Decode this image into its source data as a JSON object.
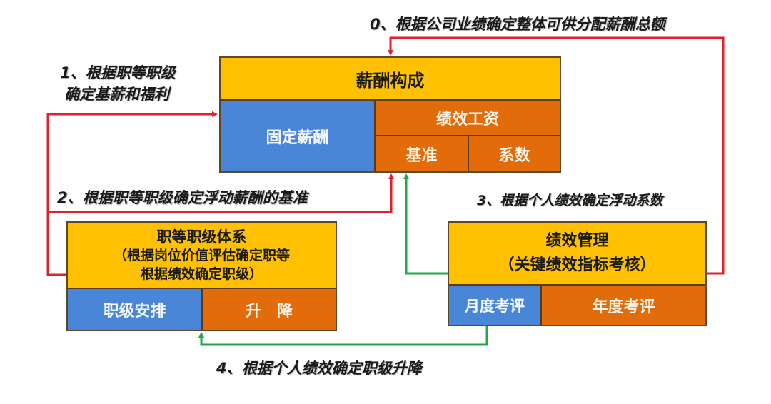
{
  "colors": {
    "title_fill": "#ffc000",
    "fixed_fill": "#4a86d8",
    "performance_fill": "#e26b0a",
    "red_arrow": "#e0202a",
    "green_arrow": "#22a84a"
  },
  "salary_box": {
    "title": "薪酬构成",
    "fixed": "固定薪酬",
    "performance_pay": "绩效工资",
    "base": "基准",
    "coefficient": "系数"
  },
  "grade_box": {
    "title_line1": "职等职级体系",
    "title_line2": "（根据岗位价值评估确定职等",
    "title_line3": "根据绩效确定职级）",
    "arrangement": "职级安排",
    "promotion": "升　降"
  },
  "perf_box": {
    "title_line1": "绩效管理",
    "title_line2": "（关键绩效指标考核）",
    "monthly": "月度考评",
    "annual": "年度考评"
  },
  "flows": {
    "step0": "0、根据公司业绩确定整体可供分配薪酬总额",
    "step1_line1": "1、根据职等职级",
    "step1_line2": "确定基薪和福利",
    "step2": "2、根据职等职级确定浮动薪酬的基准",
    "step3": "3、根据个人绩效确定浮动系数",
    "step4": "4、根据个人绩效确定职级升降"
  }
}
